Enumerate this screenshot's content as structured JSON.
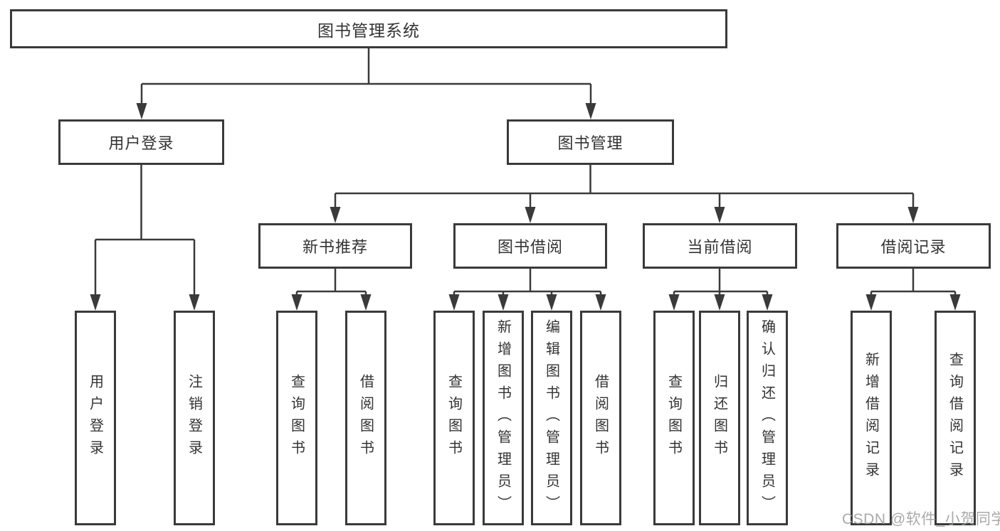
{
  "diagram": {
    "root": "图书管理系统",
    "level2": {
      "user_login": "用户登录",
      "book_management": "图书管理"
    },
    "level3": {
      "new_book_recommend": "新书推荐",
      "book_borrowing": "图书借阅",
      "current_borrowing": "当前借阅",
      "borrowing_records": "借阅记录"
    },
    "leaves": {
      "a1": "用户登录",
      "a2": "注销登录",
      "b1": "查询图书",
      "b2": "借阅图书",
      "c1": "查询图书",
      "c2": "新增图书（管理员）",
      "c3": "编辑图书（管理员）",
      "c4": "借阅图书",
      "d1": "查询图书",
      "d2": "归还图书",
      "d3": "确认归还（管理员）",
      "e1": "新增借阅记录",
      "e2": "查询借阅记录"
    }
  },
  "watermark": "CSDN @软件_小贺同学",
  "colors": {
    "line": "#3a3a3a",
    "text": "#333333",
    "watermark": "#9b9b9b",
    "background": "#ffffff"
  }
}
